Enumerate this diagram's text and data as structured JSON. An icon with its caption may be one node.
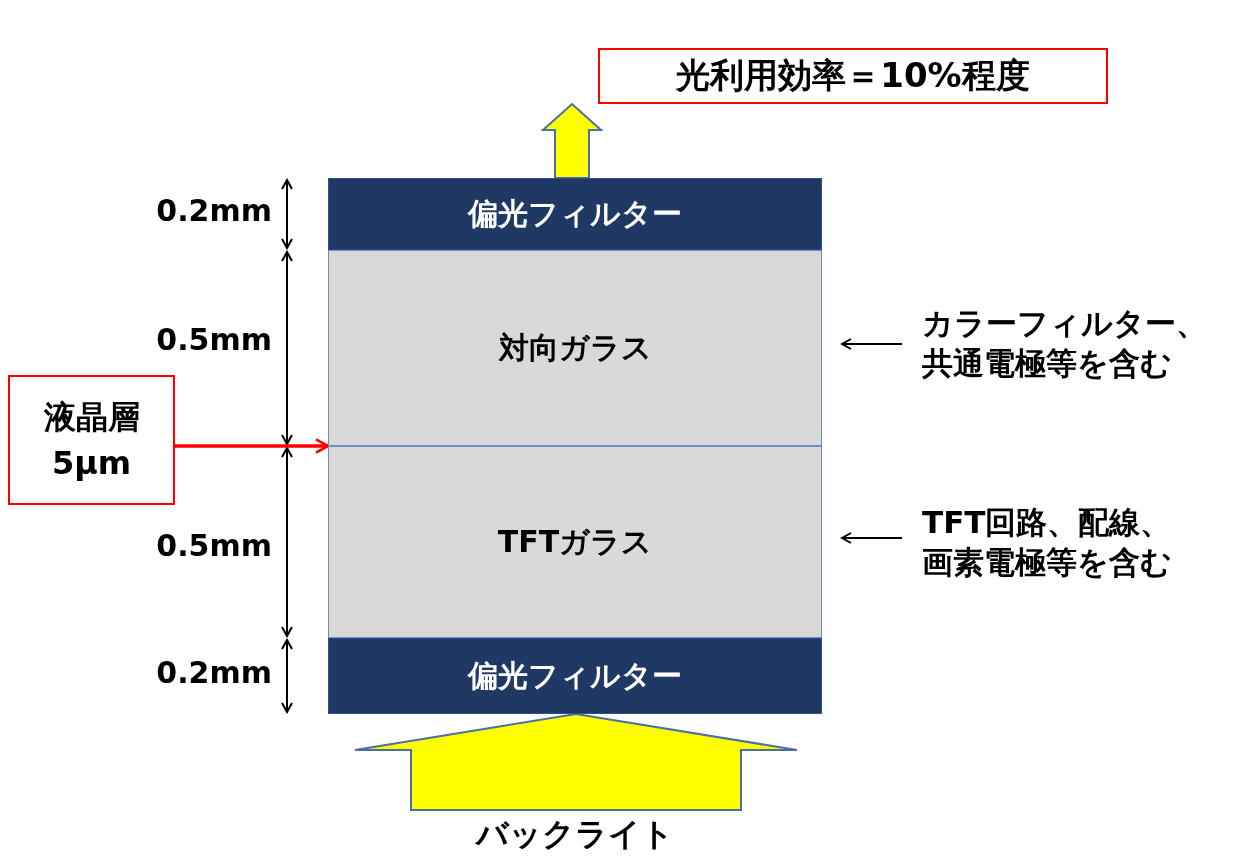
{
  "diagram": {
    "nodes": [
      {
        "text": [
          "偏光フィルター"
        ]
      },
      {
        "text": [
          "対向ガラス"
        ]
      },
      {
        "text": [
          "TFTガラス"
        ]
      },
      {
        "text": [
          "偏光フィルター"
        ]
      },
      {
        "text": [
          "液晶層 5μm"
        ]
      },
      {
        "text": [
          "光利用効率＝10%程度"
        ]
      },
      {
        "text": [
          "カラーフィルター、共通電極等を含む"
        ]
      },
      {
        "text": [
          "TFT回路、配線、画素電極等を含む"
        ]
      },
      {
        "text": [
          "バックライト"
        ]
      }
    ],
    "edges": [
      {
        "from": 0,
        "to": 5,
        "arrow": "to",
        "style": "thick",
        "color": "#ffff00"
      },
      {
        "from": 8,
        "to": 3,
        "arrow": "to",
        "style": "thick",
        "color": "#ffff00"
      },
      {
        "from": 4,
        "to": 2,
        "arrow": "to",
        "color": "#ff0000"
      },
      {
        "from": 6,
        "to": 1,
        "arrow": "to"
      },
      {
        "from": 7,
        "to": 2,
        "arrow": "to"
      }
    ],
    "labels": [
      "0.2mm",
      "0.5mm",
      "0.5mm",
      "0.2mm"
    ]
  }
}
